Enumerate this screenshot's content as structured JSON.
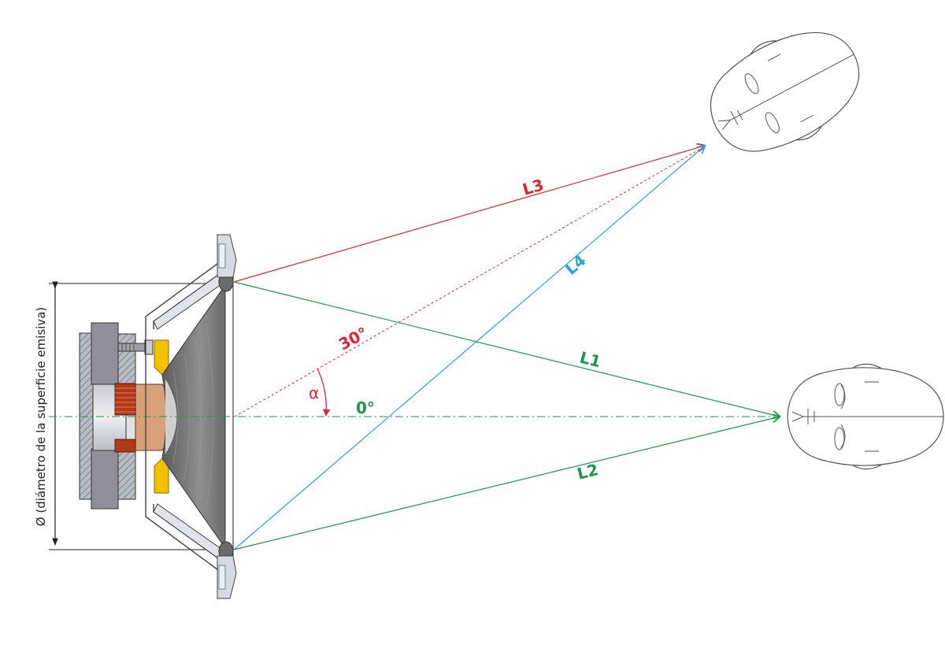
{
  "diameter_label": "Ø (diámetro de la superficie emisiva)",
  "labels": {
    "l1": "L1",
    "l2": "L2",
    "l3": "L3",
    "l4": "L4",
    "angle_30": "30°",
    "angle_0": "0°",
    "alpha": "α"
  },
  "colors": {
    "red": "#e0262e",
    "green": "#1a9a4a",
    "blue": "#2aa3d9",
    "outline": "#333333",
    "cone": "#7a7a7a",
    "magnet": "#888888",
    "coil": "#b03a1a",
    "former": "#d9a07a",
    "spider": "#f2c200"
  },
  "icons": {
    "speaker": "speaker-cross-section-icon",
    "head_on_axis": "listener-head-icon",
    "head_off_axis": "listener-head-icon"
  }
}
